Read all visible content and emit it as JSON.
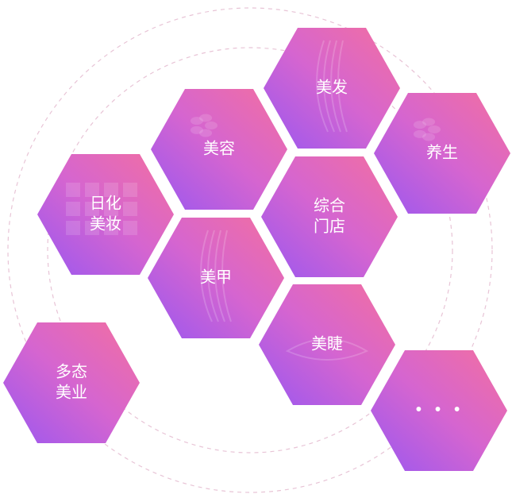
{
  "colors": {
    "gradient_start": "#f36fa0",
    "gradient_mid": "#d565d0",
    "gradient_end": "#9a57f0",
    "ring": "#e8c4d6",
    "label": "#ffffff"
  },
  "categories": [
    {
      "id": "hair",
      "lines": [
        "美发"
      ],
      "photo": "hair-photo"
    },
    {
      "id": "beauty",
      "lines": [
        "美容"
      ],
      "photo": "flower-photo"
    },
    {
      "id": "care",
      "lines": [
        "养生"
      ],
      "photo": "feet-photo"
    },
    {
      "id": "cosmetics",
      "lines": [
        "日化",
        "美妆"
      ],
      "photo": "makeup-palette-photo"
    },
    {
      "id": "general-store",
      "lines": [
        "综合",
        "门店"
      ],
      "photo": ""
    },
    {
      "id": "nail",
      "lines": [
        "美甲"
      ],
      "photo": "hand-photo"
    },
    {
      "id": "lash",
      "lines": [
        "美睫"
      ],
      "photo": "eye-photo"
    },
    {
      "id": "multi-format",
      "lines": [
        "多态",
        "美业"
      ],
      "photo": ""
    },
    {
      "id": "more",
      "lines": [
        "• • •"
      ],
      "photo": ""
    }
  ]
}
